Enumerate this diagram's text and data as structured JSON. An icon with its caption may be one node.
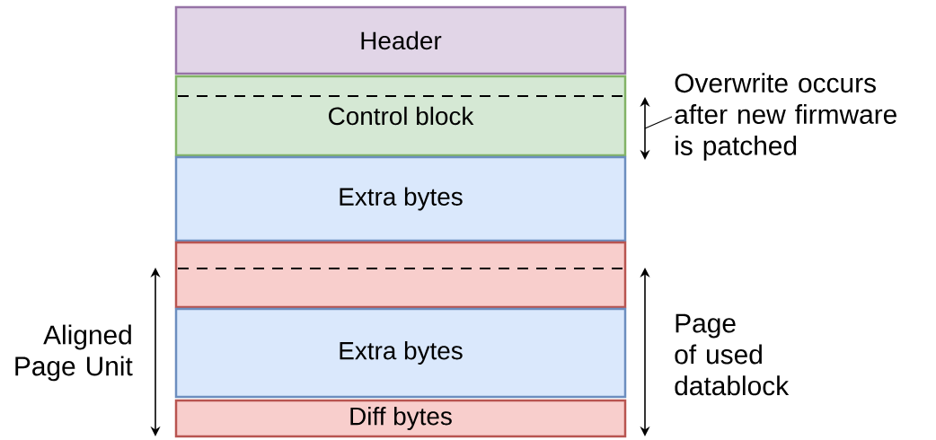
{
  "diagram": {
    "nodes": [
      {
        "text": [
          "Header"
        ]
      },
      {
        "text": [
          "Control block"
        ]
      },
      {
        "text": [
          "Extra bytes"
        ]
      },
      {
        "text": [],
        "shape": "box"
      },
      {
        "text": [
          "Extra bytes"
        ]
      },
      {
        "text": [
          "Diff bytes"
        ]
      },
      {
        "text": [
          "Overwrite occurs after new firmware is patched"
        ]
      },
      {
        "text": [],
        "shape": "arrow"
      }
    ],
    "edges": [
      {
        "from": 6,
        "to": 7,
        "arrow": "none"
      }
    ],
    "labels": [
      "Aligned Page Unit",
      "Page of used datablock"
    ]
  }
}
